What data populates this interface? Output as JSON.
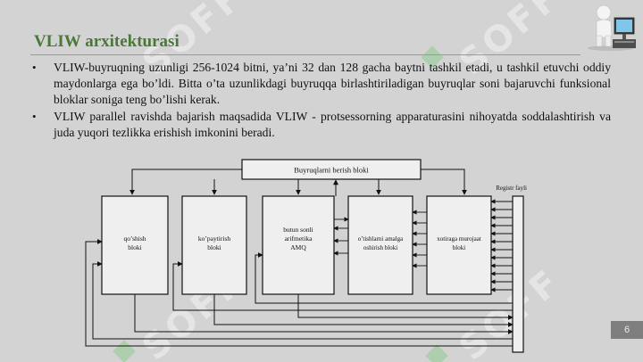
{
  "slide": {
    "title": "VLIW arxitekturasi",
    "bullets": [
      "VLIW-buyruqning uzunligi 256-1024 bitni, ya’ni 32 dan 128 gacha baytni tashkil etadi, u tashkil etuvchi oddiy maydonlarga ega bo’ldi. Bitta o’ta uzunlikdagi buyruqqa birlashtiriladigan buyruqlar soni bajaruvchi funksional bloklar soniga teng bo’lishi kerak.",
      "VLIW parallel ravishda bajarish maqsadida VLIW - protsessorning apparaturasini nihoyatda soddalashtirish va juda yuqori tezlikka erishish imkonini beradi."
    ],
    "bullet_symbol": "•",
    "page_number": "6",
    "watermark_text": "SOFF"
  },
  "diagram": {
    "top_block": "Buyruqlarni berish bloki",
    "register_label": "Registr fayli",
    "blocks": [
      {
        "lines": [
          "qo’shish",
          "bloki"
        ]
      },
      {
        "lines": [
          "ko’paytirish",
          "bloki"
        ]
      },
      {
        "lines": [
          "butun sonli",
          "arifmetika",
          "AMQ"
        ]
      },
      {
        "lines": [
          "o’tishlarni amalga",
          "oshirish bloki"
        ]
      },
      {
        "lines": [
          "xotiraga murojaat",
          "bloki"
        ]
      }
    ]
  },
  "colors": {
    "title": "#4a7838",
    "background": "#d3d3d3",
    "block_fill": "#efefef"
  },
  "icons": [
    "presenter-computer-logo",
    "watermark"
  ]
}
